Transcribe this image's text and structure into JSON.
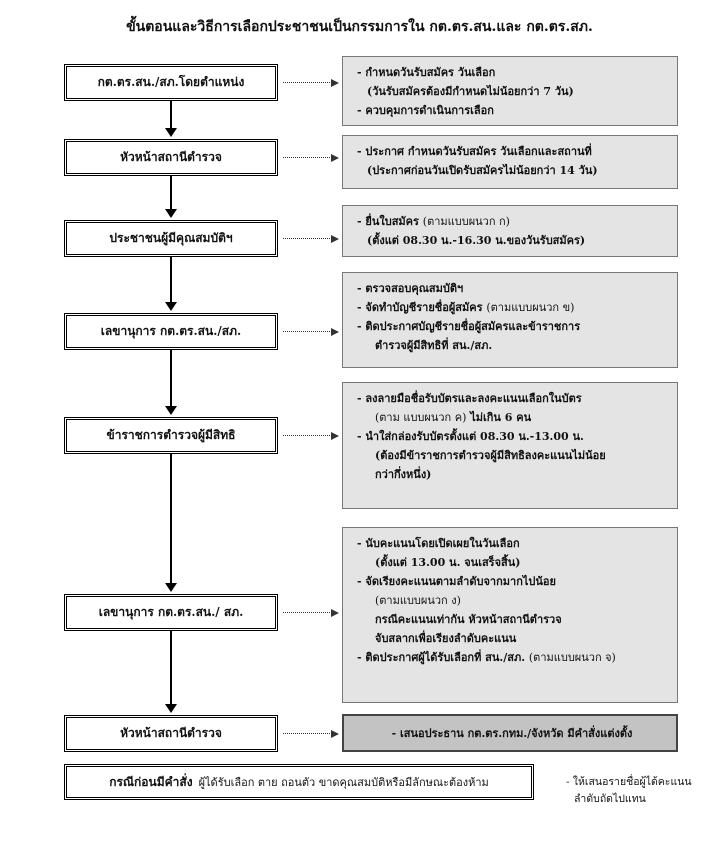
{
  "title": "ขั้นตอนและวิธีการเลือกประชาชนเป็นกรรมการใน กต.ตร.สน.และ กต.ตร.สภ.",
  "steps": [
    {
      "label": "กต.ตร.สน./สภ.โดยตำแหน่ง",
      "details": [
        "- กำหนดวันรับสมัคร วันเลือก",
        "(วันรับสมัครต้องมีกำหนดไม่น้อยกว่า 7 วัน)",
        "- ควบคุมการดำเนินการเลือก"
      ]
    },
    {
      "label": "หัวหน้าสถานีตำรวจ",
      "details": [
        "- ประกาศ กำหนดวันรับสมัคร วันเลือกและสถานที่",
        "(ประกาศก่อนวันเปิดรับสมัครไม่น้อยกว่า 14 วัน)"
      ]
    },
    {
      "label": "ประชาชนผู้มีคุณสมบัติฯ",
      "details": [
        "- ยื่นใบสมัคร",
        "(ตามแบบผนวก ก)",
        "(ตั้งแต่ 08.30 น.-16.30 น.ของวันรับสมัคร)"
      ]
    },
    {
      "label": "เลขานุการ กต.ตร.สน./สภ.",
      "details": [
        "- ตรวจสอบคุณสมบัติฯ",
        "- จัดทำบัญชีรายชื่อผู้สมัคร",
        "(ตามแบบผนวก ข)",
        "- ติดประกาศบัญชีรายชื่อผู้สมัครและข้าราชการ",
        "ตำรวจผู้มีสิทธิที่ สน./สภ."
      ]
    },
    {
      "label": "ข้าราชการตำรวจผู้มีสิทธิ",
      "details": [
        "- ลงลายมือชื่อรับบัตรและลงคะแนนเลือกในบัตร",
        "(ตาม แบบผนวก ค)",
        "ไม่เกิน 6 คน",
        "- นำใส่กล่องรับบัตรตั้งแต่ 08.30 น.-13.00 น.",
        "(ต้องมีข้าราชการตำรวจผู้มีสิทธิลงคะแนนไม่น้อย",
        "กว่ากึ่งหนึ่ง)"
      ]
    },
    {
      "label": "เลขานุการ กต.ตร.สน./ สภ.",
      "details": [
        "- นับคะแนนโดยเปิดเผยในวันเลือก",
        "(ตั้งแต่ 13.00 น. จนเสร็จสิ้น)",
        "- จัดเรียงคะแนนตามลำดับจากมากไปน้อย",
        "(ตามแบบผนวก ง)",
        "กรณีคะแนนเท่ากัน หัวหน้าสถานีตำรวจ",
        "จับสลากเพื่อเรียงลำดับคะแนน",
        "- ติดประกาศผู้ได้รับเลือกที่ สน./สภ.",
        "(ตามแบบผนวก จ)"
      ]
    },
    {
      "label": "หัวหน้าสถานีตำรวจ",
      "details": [
        "- เสนอประธาน กต.ตร.กทม./จังหวัด มีคำสั่งแต่งตั้ง"
      ]
    }
  ],
  "bottom": {
    "bold": "กรณีก่อนมีคำสั่ง",
    "text": "ผู้ได้รับเลือก ตาย ถอนตัว ขาดคุณสมบัติหรือมีลักษณะต้องห้าม",
    "note_line1": "- ให้เสนอรายชื่อผู้ได้คะแนน",
    "note_line2": "ลำดับถัดไปแทน"
  }
}
